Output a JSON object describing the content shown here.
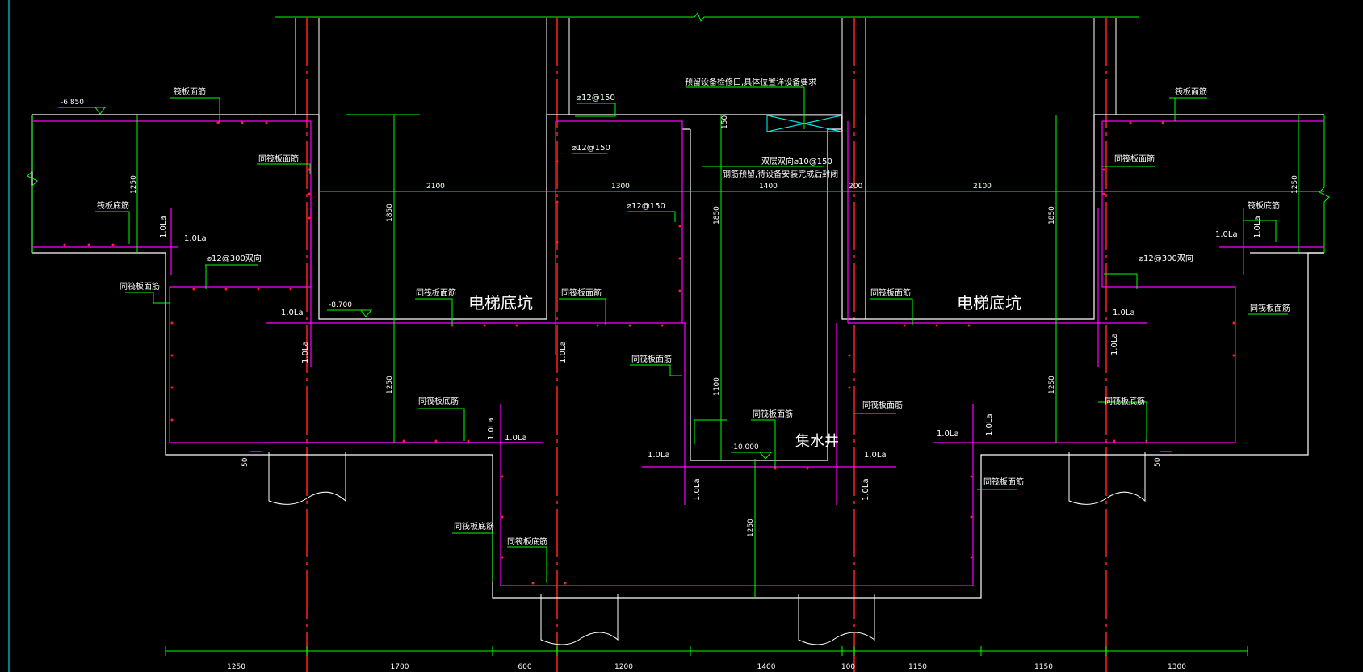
{
  "colors": {
    "background": "#000000",
    "outline": "#ffffff",
    "axis": "#ff2020",
    "rebar": "#ff00ff",
    "leader": "#00ff00",
    "cyan": "#00ffff"
  },
  "labels": {
    "pit_left": "电梯底坑",
    "pit_right": "电梯底坑",
    "sump": "集水井",
    "opening_note": "预留设备检修口,具体位置详设备要求",
    "rebar_note_1": "双层双向⌀10@150",
    "rebar_note_2": "钢筋预留,待设备安装完成后封闭",
    "raft_top_left": "筏板面筋",
    "raft_top_right": "筏板面筋",
    "raft_bot_left": "筏板底筋",
    "raft_bot_right": "筏板底筋",
    "same_raft_top": "同筏板面筋",
    "same_raft_bot": "同筏板底筋",
    "bar_12_150": "⌀12@150",
    "bar_12_300_left": "⌀12@300双向",
    "bar_12_300_right": "⌀12@300双向",
    "lap": "1.0La"
  },
  "elevations": {
    "top": "-6.850",
    "pit": "-8.700",
    "sump": "-10.000"
  },
  "dims": {
    "d1250": "1250",
    "d1850": "1850",
    "d2100": "2100",
    "d1300": "1300",
    "d1400": "1400",
    "d200": "200",
    "d150": "150",
    "d50": "50",
    "d1100": "1100"
  },
  "bottom_dims": [
    "1250",
    "1700",
    "600",
    "1200",
    "1400",
    "100",
    "1150",
    "1150",
    "1300"
  ]
}
